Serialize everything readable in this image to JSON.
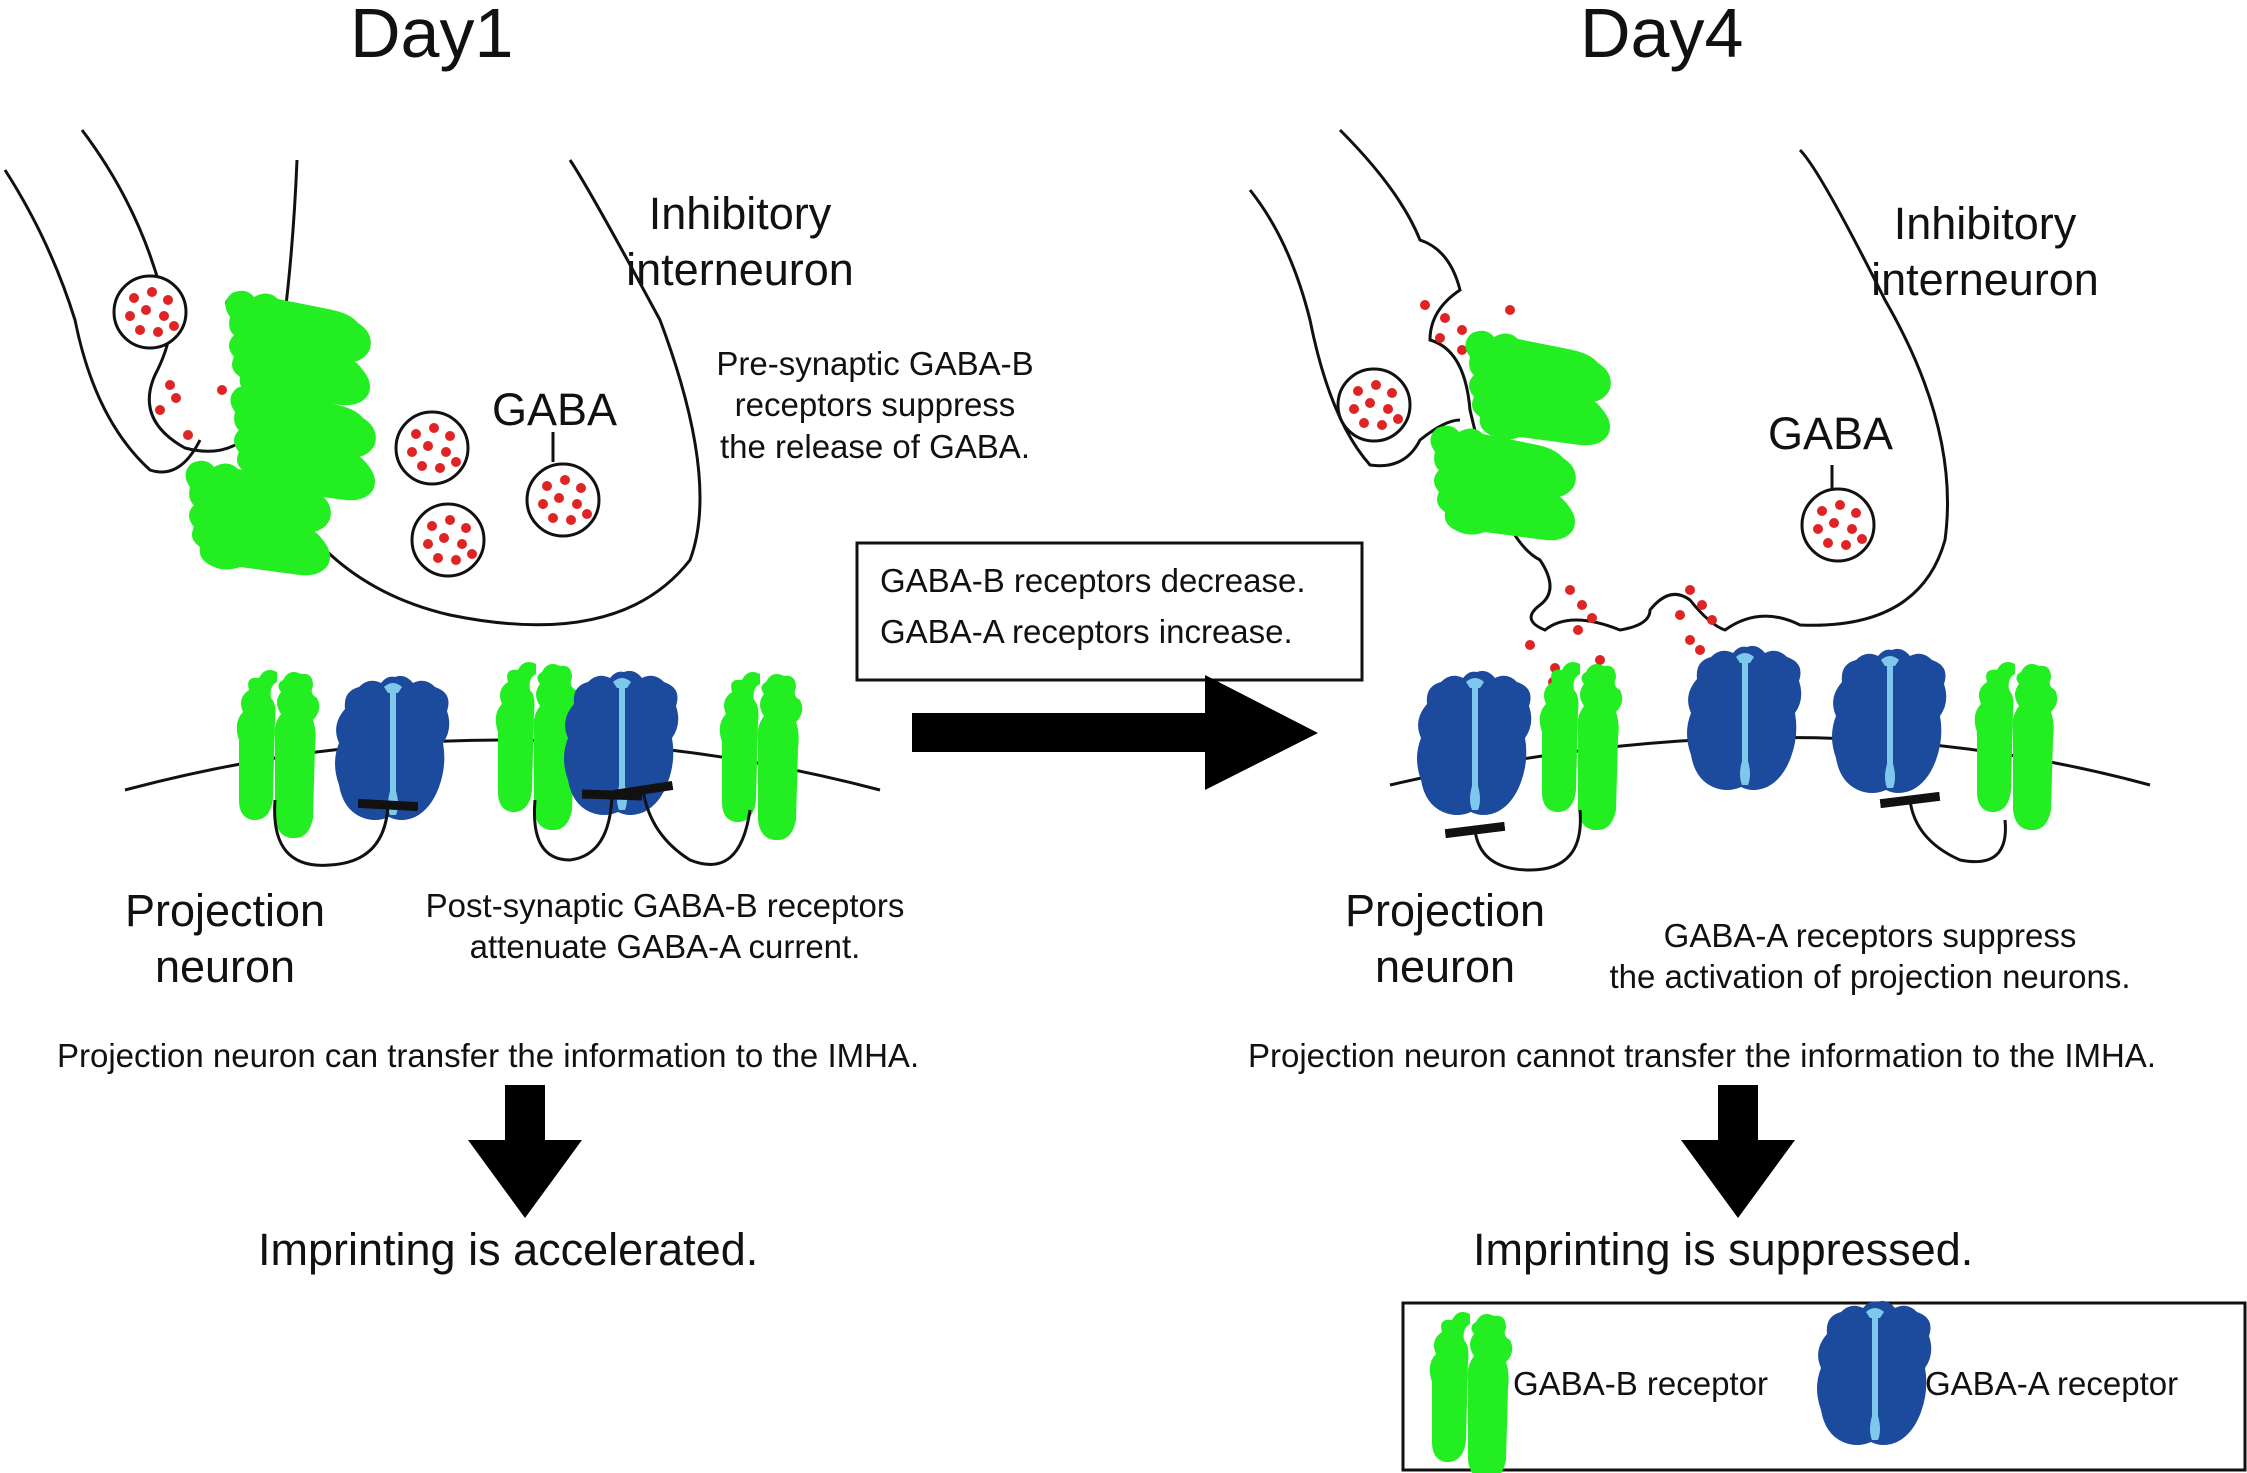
{
  "left": {
    "title": "Day1",
    "interneuron_label": [
      "Inhibitory",
      "interneuron"
    ],
    "gaba_label": "GABA",
    "presynaptic_note": [
      "Pre-synaptic GABA-B",
      "receptors suppress",
      "the release of GABA."
    ],
    "projection_label": [
      "Projection",
      "neuron"
    ],
    "postsynaptic_note": [
      "Post-synaptic GABA-B receptors",
      "attenuate GABA-A current."
    ],
    "transfer_text": "Projection neuron can transfer the information to the IMHA.",
    "outcome": "Imprinting is accelerated."
  },
  "right": {
    "title": "Day4",
    "interneuron_label": [
      "Inhibitory",
      "interneuron"
    ],
    "gaba_label": "GABA",
    "projection_label": [
      "Projection",
      "neuron"
    ],
    "gabaa_note": [
      "GABA-A receptors suppress",
      "the activation of projection neurons."
    ],
    "transfer_text": "Projection neuron cannot transfer the information to the IMHA.",
    "outcome": "Imprinting is suppressed."
  },
  "change_box": [
    "GABA-B receptors decrease.",
    "GABA-A receptors increase."
  ],
  "legend": {
    "gabab": "GABA-B receptor",
    "gabaa": "GABA-A receptor"
  },
  "colors": {
    "gabab_receptor": "#22ee22",
    "gabaa_receptor": "#1c4a9c",
    "gabaa_channel": "#7ec8ec",
    "gaba_dot": "#e02424",
    "outline": "#111111"
  }
}
